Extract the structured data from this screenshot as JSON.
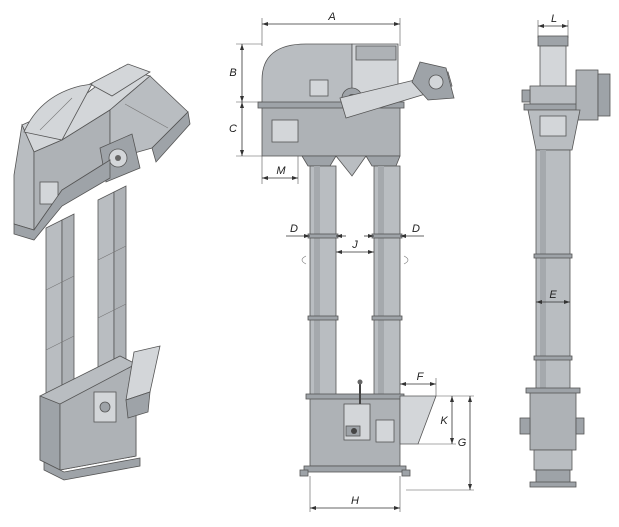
{
  "figure": {
    "views": [
      "isometric-view",
      "front-view",
      "side-view"
    ],
    "dimension_labels": {
      "A": "A",
      "B": "B",
      "C": "C",
      "D_left": "D",
      "D_right": "D",
      "J": "J",
      "M": "M",
      "F": "F",
      "K": "K",
      "G": "G",
      "H": "H",
      "L": "L",
      "E": "E"
    }
  }
}
